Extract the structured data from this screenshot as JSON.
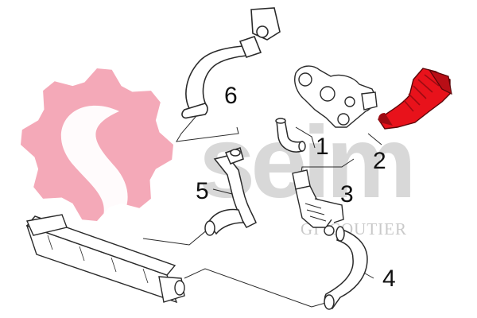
{
  "colors": {
    "background": "#ffffff",
    "line_art": "#2a2a2a",
    "part_fill": "#ffffff",
    "highlight_part": "#e8121b",
    "highlight_shadow": "#9e0b12",
    "logo_gear": "#f4a9b8",
    "watermark": "#d8d8d8",
    "callout_text": "#111111"
  },
  "watermark": {
    "brand": "seim",
    "subtitle": "COUTIER",
    "partial_letters": "GI"
  },
  "logo": {
    "icon": "gear-s-logo-icon"
  },
  "parts": [
    {
      "number": "1",
      "name": "small-bent-hose"
    },
    {
      "number": "2",
      "name": "corrugated-intake-hose",
      "highlighted": true
    },
    {
      "number": "3",
      "name": "air-duct-with-bracket"
    },
    {
      "number": "4",
      "name": "intercooler-outlet-hose"
    },
    {
      "number": "5",
      "name": "intercooler-inlet-hose"
    },
    {
      "number": "6",
      "name": "upper-turbo-hose"
    }
  ],
  "assemblies": [
    {
      "name": "turbo-manifold-assembly"
    },
    {
      "name": "intercooler"
    }
  ]
}
